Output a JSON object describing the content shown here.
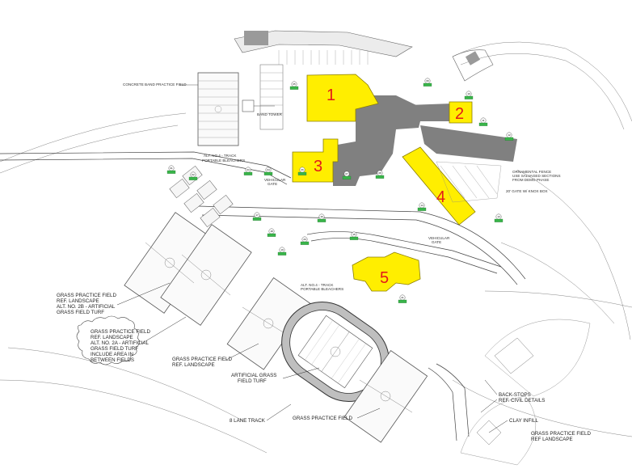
{
  "labels": {
    "concrete_band": "CONCRETE BAND PRACTICE FIELD",
    "band_tower": "BAND TOWER",
    "alt_bleachers_1": "ALT. NO.4 - TRACK",
    "alt_bleachers_2": "PORTABLE BLEACHERS",
    "ornamental_1": "ORNAMENTAL FENCE",
    "ornamental_2": "USE SALVAGED SECTIONS",
    "ornamental_3": "FROM DEMO PHASE",
    "gate_knox": "20' GATE W/ KNOX BOX",
    "vehicular_gate_1a": "VEHICULAR",
    "vehicular_gate_1b": "GATE",
    "vehicular_gate_2a": "VEHICULAR",
    "vehicular_gate_2b": "GATE",
    "alt_track_bleachers_1": "ALT. NO.4 - TRACK",
    "alt_track_bleachers_2": "PORTABLE BLEACHERS",
    "gpf_left": [
      "GRASS PRACTICE FIELD",
      "REF. LANDSCAPE",
      "ALT. NO. 2B - ARTIFICIAL",
      "GRASS FIELD TURF"
    ],
    "gpf_cloud": [
      "GRASS PRACTICE FIELD",
      "REF. LANDSCAPE",
      "ALT. NO. 2A - ARTIFICIAL",
      "GRASS FIELD TURF",
      "INCLUDE AREA IN",
      "BETWEEN FIELDS"
    ],
    "gpf_middle": [
      "GRASS PRACTICE FIELD",
      "REF. LANDSCAPE"
    ],
    "artificial_turf": [
      "ARTIFICIAL GRASS",
      "FIELD TURF"
    ],
    "eight_lane": "8 LANE TRACK",
    "gpf_bottom": "GRASS PRACTICE FIELD",
    "back_stops": [
      "BACK-STOPS",
      "REF. CIVIL DETAILS"
    ],
    "clay_infill": "CLAY INFILL",
    "gpf_right": [
      "GRASS PRACTICE FIELD",
      "REF LANDSCAPE"
    ]
  },
  "building_numbers": [
    "1",
    "2",
    "3",
    "4",
    "5"
  ],
  "detail_tag_texts": [
    "01",
    "02",
    "03",
    "04",
    "05",
    "06",
    "07",
    "08",
    "09",
    "10",
    "11",
    "12",
    "13",
    "14",
    "15",
    "16",
    "17",
    "18",
    "19",
    "20",
    "21"
  ],
  "colors": {
    "highlight": "#ffee00",
    "highlight_stroke": "#8a7d00",
    "number": "#e31a1a",
    "existing_building": "#808080",
    "tag": "#39b54a"
  }
}
